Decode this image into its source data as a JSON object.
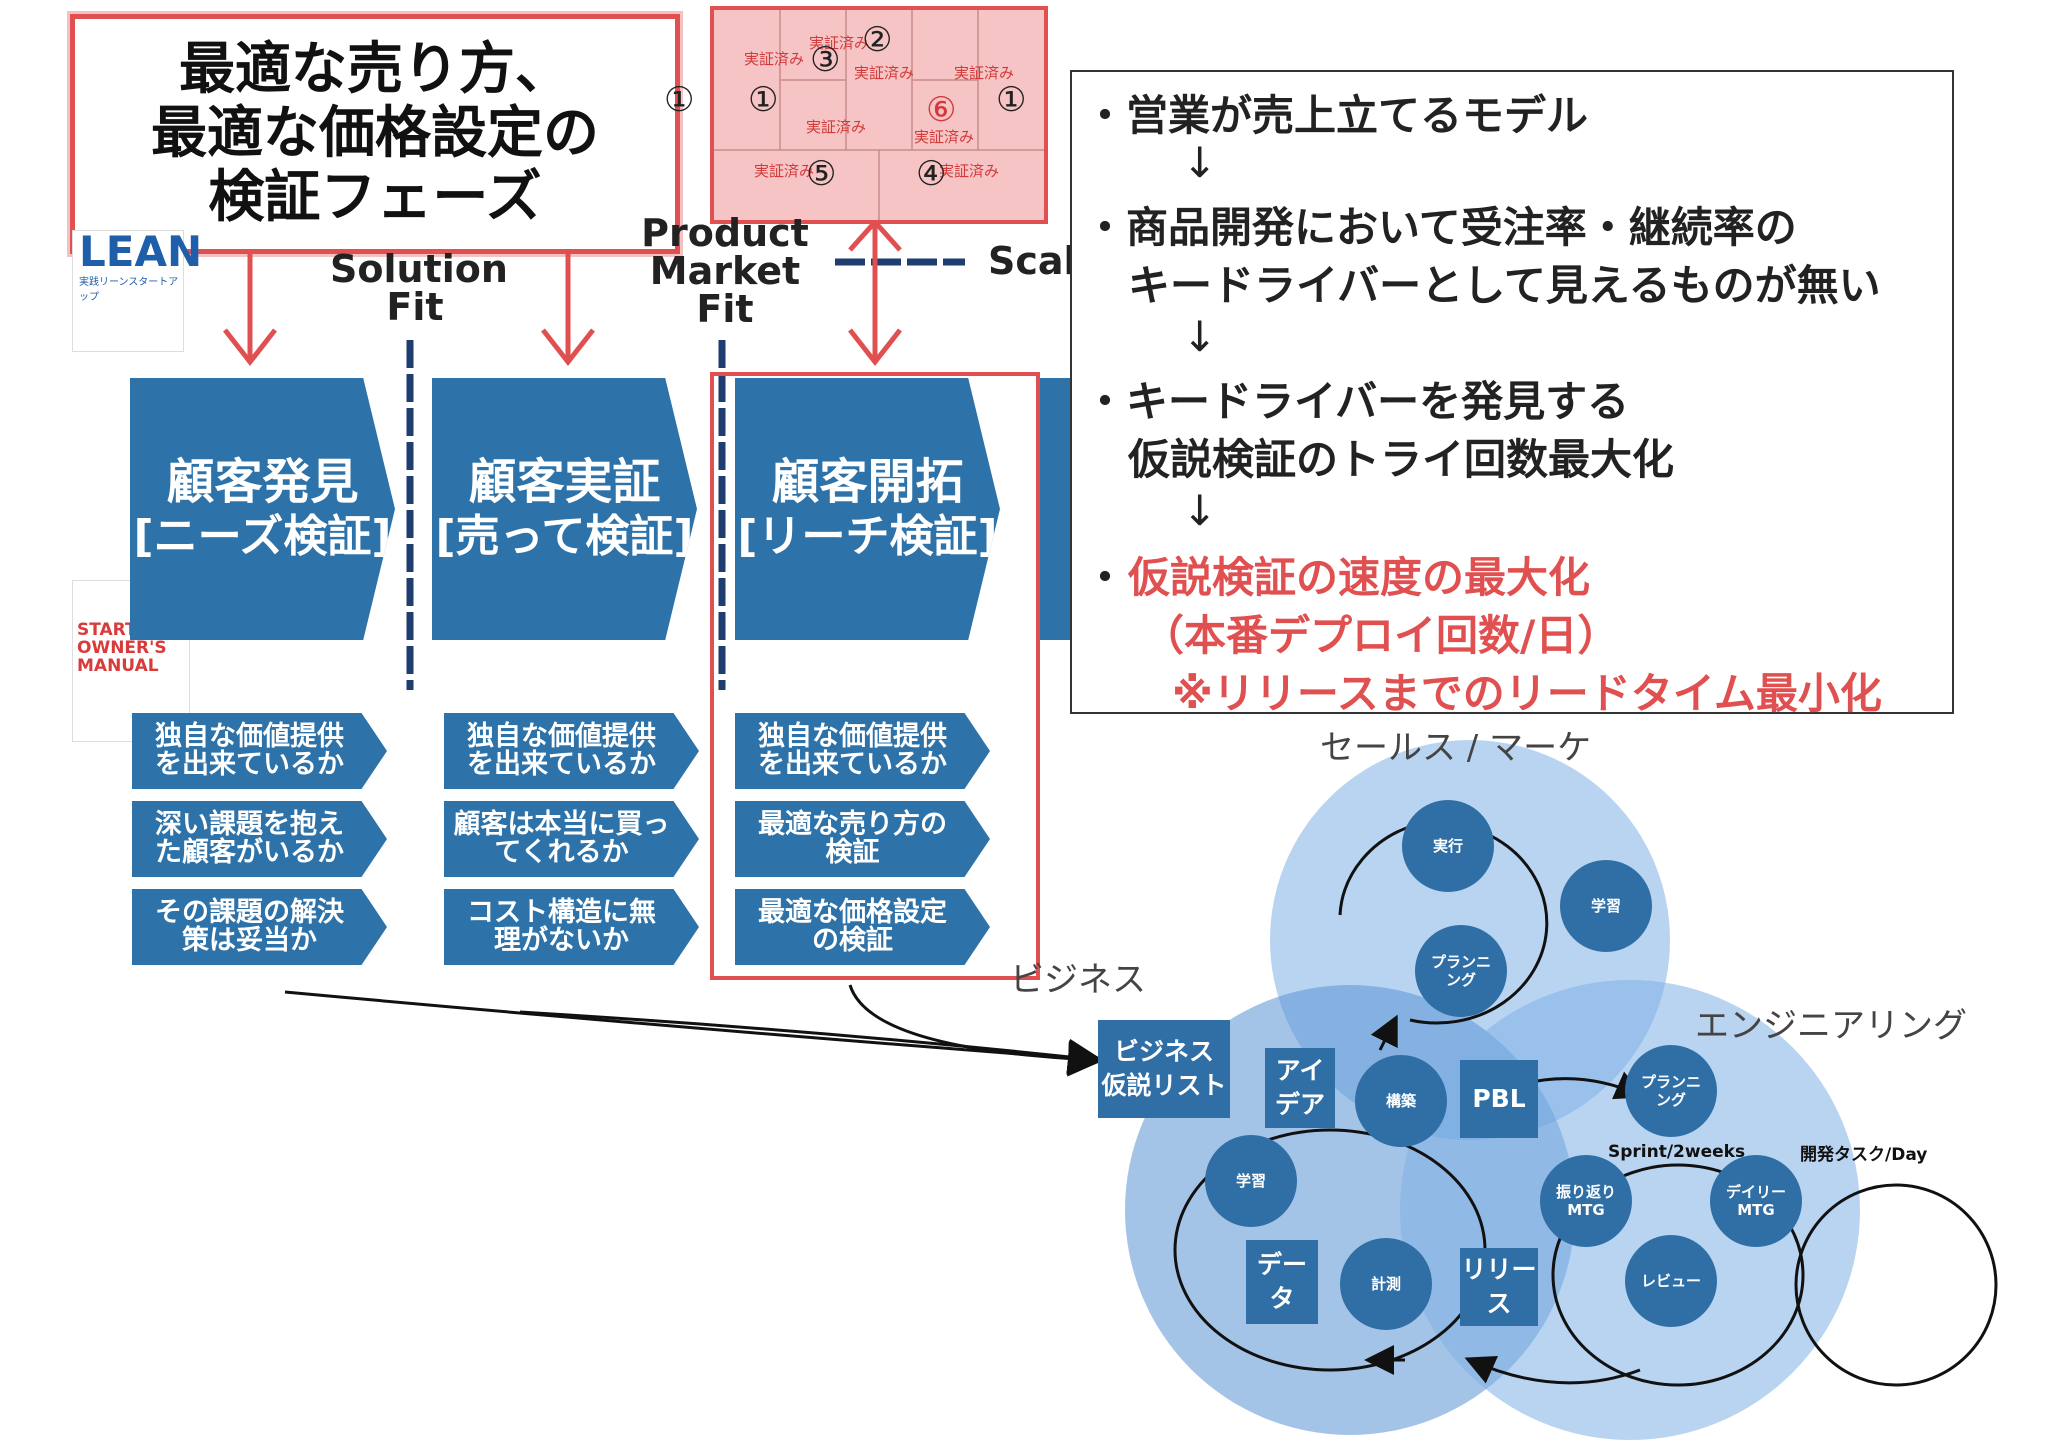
{
  "title_box": {
    "line1": "最適な売り方、",
    "line2": "最適な価格設定の",
    "line3": "検証フェーズ"
  },
  "canvas_thumb": {
    "labels": [
      "実証済み",
      "実証済み",
      "実証済み",
      "実証済み",
      "実証済み",
      "実証済み",
      "実証済み",
      "実証済み"
    ],
    "numbers": [
      "①",
      "①",
      "②",
      "③",
      "④",
      "⑤",
      "⑥",
      "①"
    ]
  },
  "stage_headers": {
    "solution_fit": "Solution\nFit",
    "product_market_fit": "Product\nMarket\nFit",
    "scale": "Scal"
  },
  "books": {
    "lean_title": "LEAN",
    "lean_sub": "実践リーンスタートアップ",
    "startup_title": "STARTUP\nOWNER'S\nMANUAL"
  },
  "stages": [
    {
      "title": "顧客発見",
      "subtitle": "[ニーズ検証]",
      "items": [
        "独自な価値提供\nを出来ているか",
        "深い課題を抱え\nた顧客がいるか",
        "その課題の解決\n策は妥当か"
      ]
    },
    {
      "title": "顧客実証",
      "subtitle": "[売って検証]",
      "items": [
        "独自な価値提供\nを出来ているか",
        "顧客は本当に買っ\nてくれるか",
        "コスト構造に無\n理がないか"
      ]
    },
    {
      "title": "顧客開拓",
      "subtitle": "[リーチ検証]",
      "items": [
        "独自な価値提供\nを出来ているか",
        "最適な売り方の\n検証",
        "最適な価格設定\nの検証"
      ]
    }
  ],
  "info_box": {
    "line1": "・営業が売上立てるモデル",
    "arrow": "↓",
    "line2a": "・商品開発において受注率・継続率の",
    "line2b": "キードライバーとして見えるものが無い",
    "line3a": "・キードライバーを発見する",
    "line3b": "仮説検証のトライ回数最大化",
    "line4_bullet": "・",
    "line4a": "仮説検証の速度の最大化",
    "line4b": "（本番デプロイ回数/日）",
    "line4c": "※リリースまでのリードタイム最小化"
  },
  "diagram": {
    "captions": {
      "sales": "セールス / マーケ",
      "business": "ビジネス",
      "engineering": "エンジニアリング"
    },
    "sales_nodes": {
      "exec": "実行",
      "learn": "学習",
      "plan": "プランニ\nング"
    },
    "business_nodes": {
      "list": "ビジネス\n仮説リスト",
      "idea": "アイ\nデア",
      "build": "構築",
      "learn": "学習",
      "data": "デー\nタ",
      "measure": "計測"
    },
    "pbl": "PBL",
    "release": "リリー\nス",
    "eng_nodes": {
      "plan": "プランニ\nング",
      "sprint": "Sprint/2weeks",
      "retro": "振り返り\nMTG",
      "daily": "デイリー\nMTG",
      "review": "レビュー",
      "dev": "開発タスク/Day"
    }
  },
  "colors": {
    "chevron": "#2d72a8",
    "highlight": "#e05050",
    "circle": "#7fb0e6"
  }
}
